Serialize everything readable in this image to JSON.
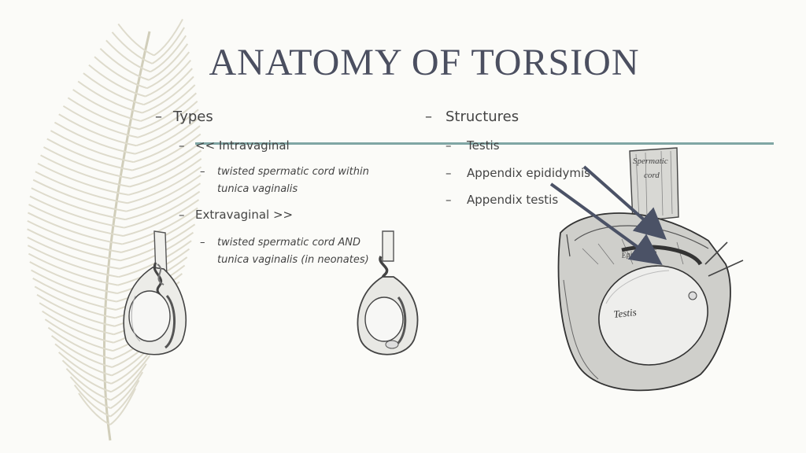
{
  "slide": {
    "title": "ANATOMY OF TORSION",
    "left": {
      "heading": "Types",
      "intravaginal": "<< Intravaginal",
      "intravaginal_desc_1": "twisted spermatic cord within",
      "intravaginal_desc_2": "tunica vaginalis",
      "extravaginal": "Extravaginal >>",
      "extravaginal_desc_1": "twisted spermatic cord AND",
      "extravaginal_desc_2": "tunica vaginalis (in neonates)"
    },
    "right": {
      "heading": "Structures",
      "items": [
        "Testis",
        "Appendix epididymis",
        "Appendix testis"
      ]
    },
    "dash_char": "–",
    "diagram_labels": {
      "cord_1": "Spermatic",
      "cord_2": "cord",
      "epididymis": "Epididymis",
      "testis": "Testis"
    },
    "colors": {
      "accent_rule": "#7fa6a4",
      "title": "#4b4f60",
      "arrow": "#4b5266"
    }
  }
}
